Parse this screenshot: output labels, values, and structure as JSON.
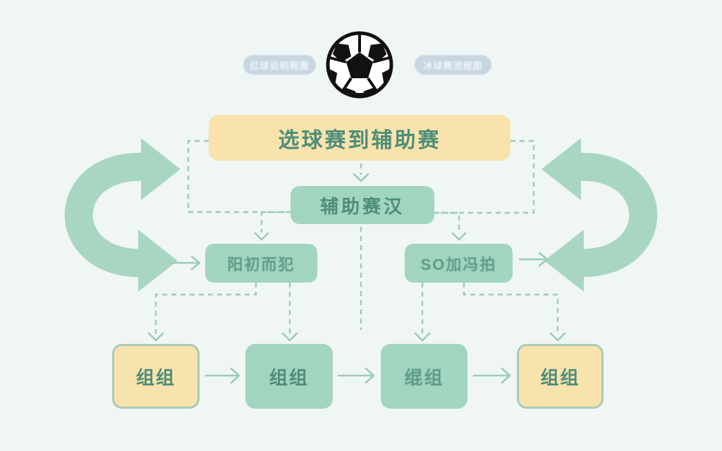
{
  "page": {
    "background": "#f0f6f4"
  },
  "header": {
    "ball_icon": "soccer-ball",
    "left_tag": "红球说明程图",
    "right_tag": "冰球赛流程图"
  },
  "flow": {
    "title": "选球赛到辅助赛",
    "hub": "辅助赛汉",
    "left_branch": "阳初而犯",
    "right_branch": "SO加冯拍",
    "groups": [
      "组组",
      "组组",
      "绲组",
      "组组"
    ]
  },
  "colors": {
    "loop_arrow_green": "#a9d6c2",
    "box_green": "#a2d5c0",
    "box_yellow": "#f9e3ac",
    "yellow_border": "#a9cbb8",
    "text_teal": "#4e8d7a",
    "connector_green": "#9bccb8",
    "tag_blue": "#c4d3e3",
    "tag_text": "#eef3f8",
    "ball_black": "#111111"
  }
}
